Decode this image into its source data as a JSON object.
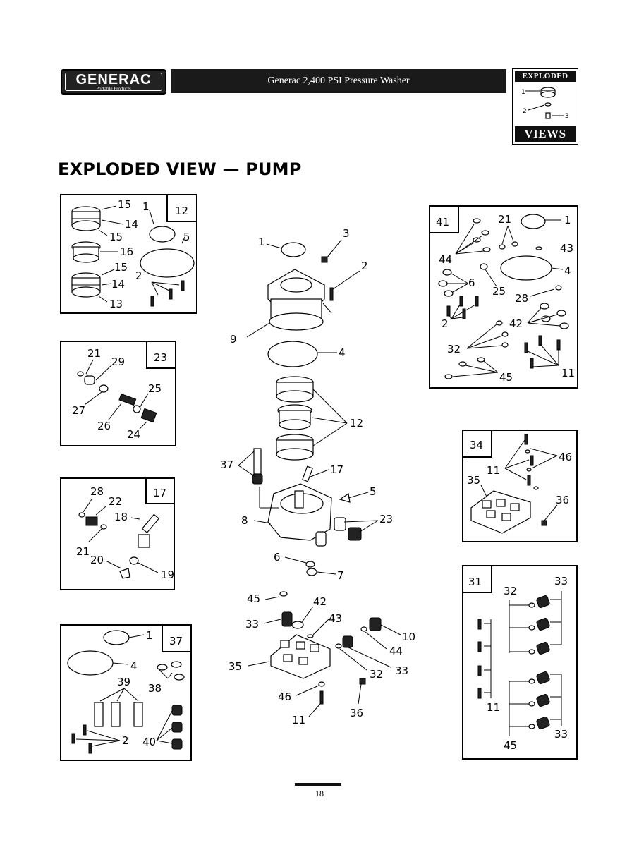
{
  "header": {
    "brand": "GENERAC",
    "brand_sub": "Portable Products",
    "title": "Generac 2,400 PSI Pressure Washer"
  },
  "badge": {
    "top": "EXPLODED",
    "bottom": "VIEWS",
    "labels": [
      "1",
      "2",
      "3"
    ]
  },
  "page_title": "EXPLODED VIEW — PUMP",
  "page_number": "18",
  "main_labels": [
    "1",
    "3",
    "2",
    "9",
    "4",
    "12",
    "37",
    "17",
    "5",
    "8",
    "23",
    "6",
    "7",
    "45",
    "42",
    "33",
    "43",
    "10",
    "44",
    "35",
    "32",
    "33",
    "36",
    "46",
    "11"
  ],
  "kit12": {
    "number": "12",
    "labels": [
      "15",
      "1",
      "14",
      "15",
      "5",
      "16",
      "15",
      "2",
      "14",
      "13"
    ]
  },
  "kit23": {
    "number": "23",
    "labels": [
      "21",
      "29",
      "25",
      "27",
      "26",
      "24"
    ]
  },
  "kit17": {
    "number": "17",
    "labels": [
      "28",
      "22",
      "18",
      "21",
      "20",
      "19"
    ]
  },
  "kit37": {
    "number": "37",
    "labels": [
      "1",
      "4",
      "39",
      "38",
      "2",
      "40"
    ]
  },
  "kit41": {
    "number": "41",
    "labels": [
      "21",
      "1",
      "44",
      "43",
      "6",
      "4",
      "25",
      "28",
      "2",
      "42",
      "32",
      "45",
      "11"
    ]
  },
  "kit34": {
    "number": "34",
    "labels": [
      "46",
      "11",
      "35",
      "36"
    ]
  },
  "kit31": {
    "number": "31",
    "labels": [
      "33",
      "32",
      "11",
      "45",
      "33"
    ]
  },
  "colors": {
    "ink": "#000000",
    "header_bg": "#1a1a1a"
  }
}
